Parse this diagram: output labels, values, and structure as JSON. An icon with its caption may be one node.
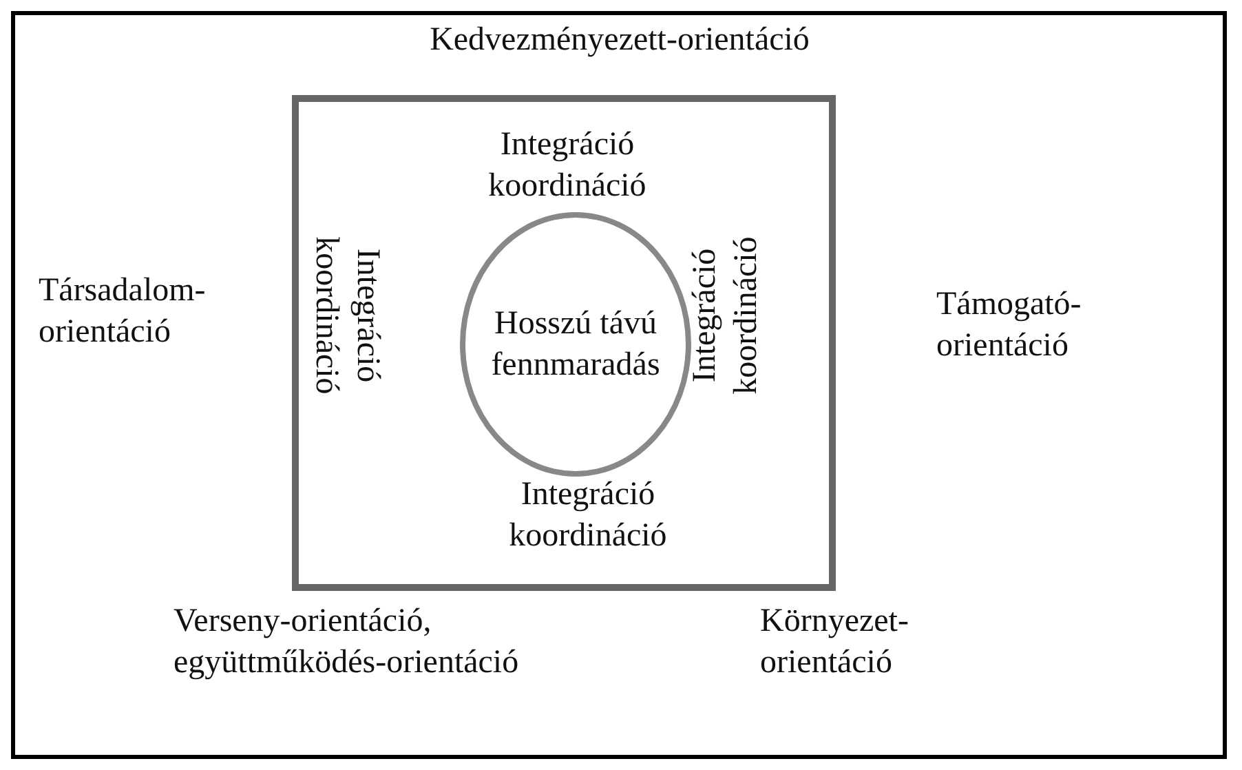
{
  "diagram": {
    "nodes": [
      {
        "text": [
          "Integráció koordináció",
          "Integráció koordináció",
          "Integráció koordináció",
          "Integráció koordináció"
        ]
      },
      {
        "text": [
          "Hosszú távú fennmaradás"
        ],
        "in": 0
      }
    ],
    "labels": [
      "Kedvezményezett-orientáció",
      "Társadalom- orientáció",
      "Támogató- orientáció",
      "Verseny-orientáció, együttműködés-orientáció",
      "Környezet- orientáció"
    ]
  }
}
